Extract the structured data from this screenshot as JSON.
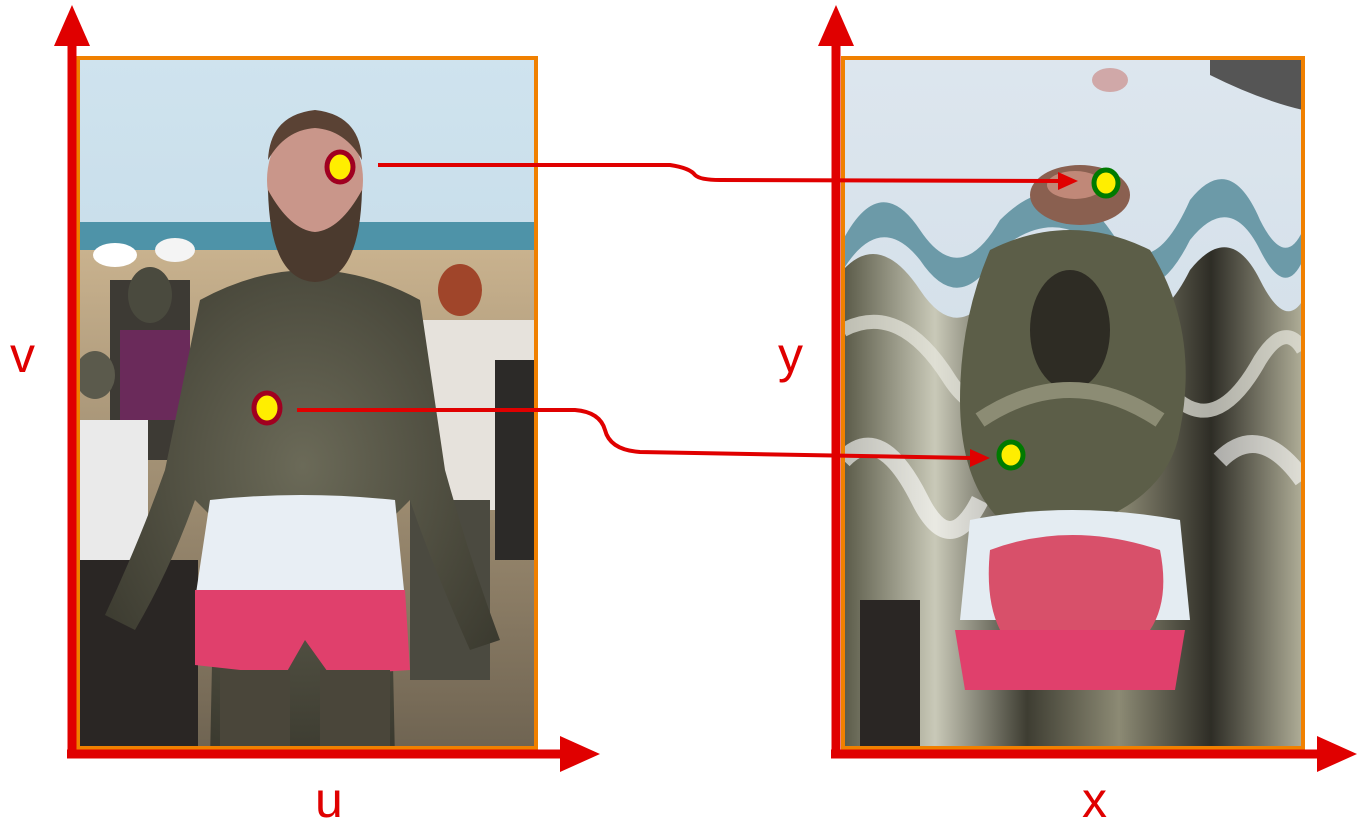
{
  "diagram": {
    "left_panel": {
      "horizontal_axis_label": "u",
      "vertical_axis_label": "v",
      "photo": "original-photo"
    },
    "right_panel": {
      "horizontal_axis_label": "x",
      "vertical_axis_label": "y",
      "photo": "warped-photo"
    },
    "mappings": [
      {
        "from": "source-point-head",
        "to": "target-point-head"
      },
      {
        "from": "source-point-belly",
        "to": "target-point-belly"
      }
    ],
    "colors": {
      "axis": "#e00000",
      "frame": "#f08000",
      "source_point_fill": "#ffee00",
      "source_point_ring": "#a00020",
      "target_point_fill": "#ffee00",
      "target_point_ring": "#007a00",
      "arrow": "#e00000"
    }
  }
}
